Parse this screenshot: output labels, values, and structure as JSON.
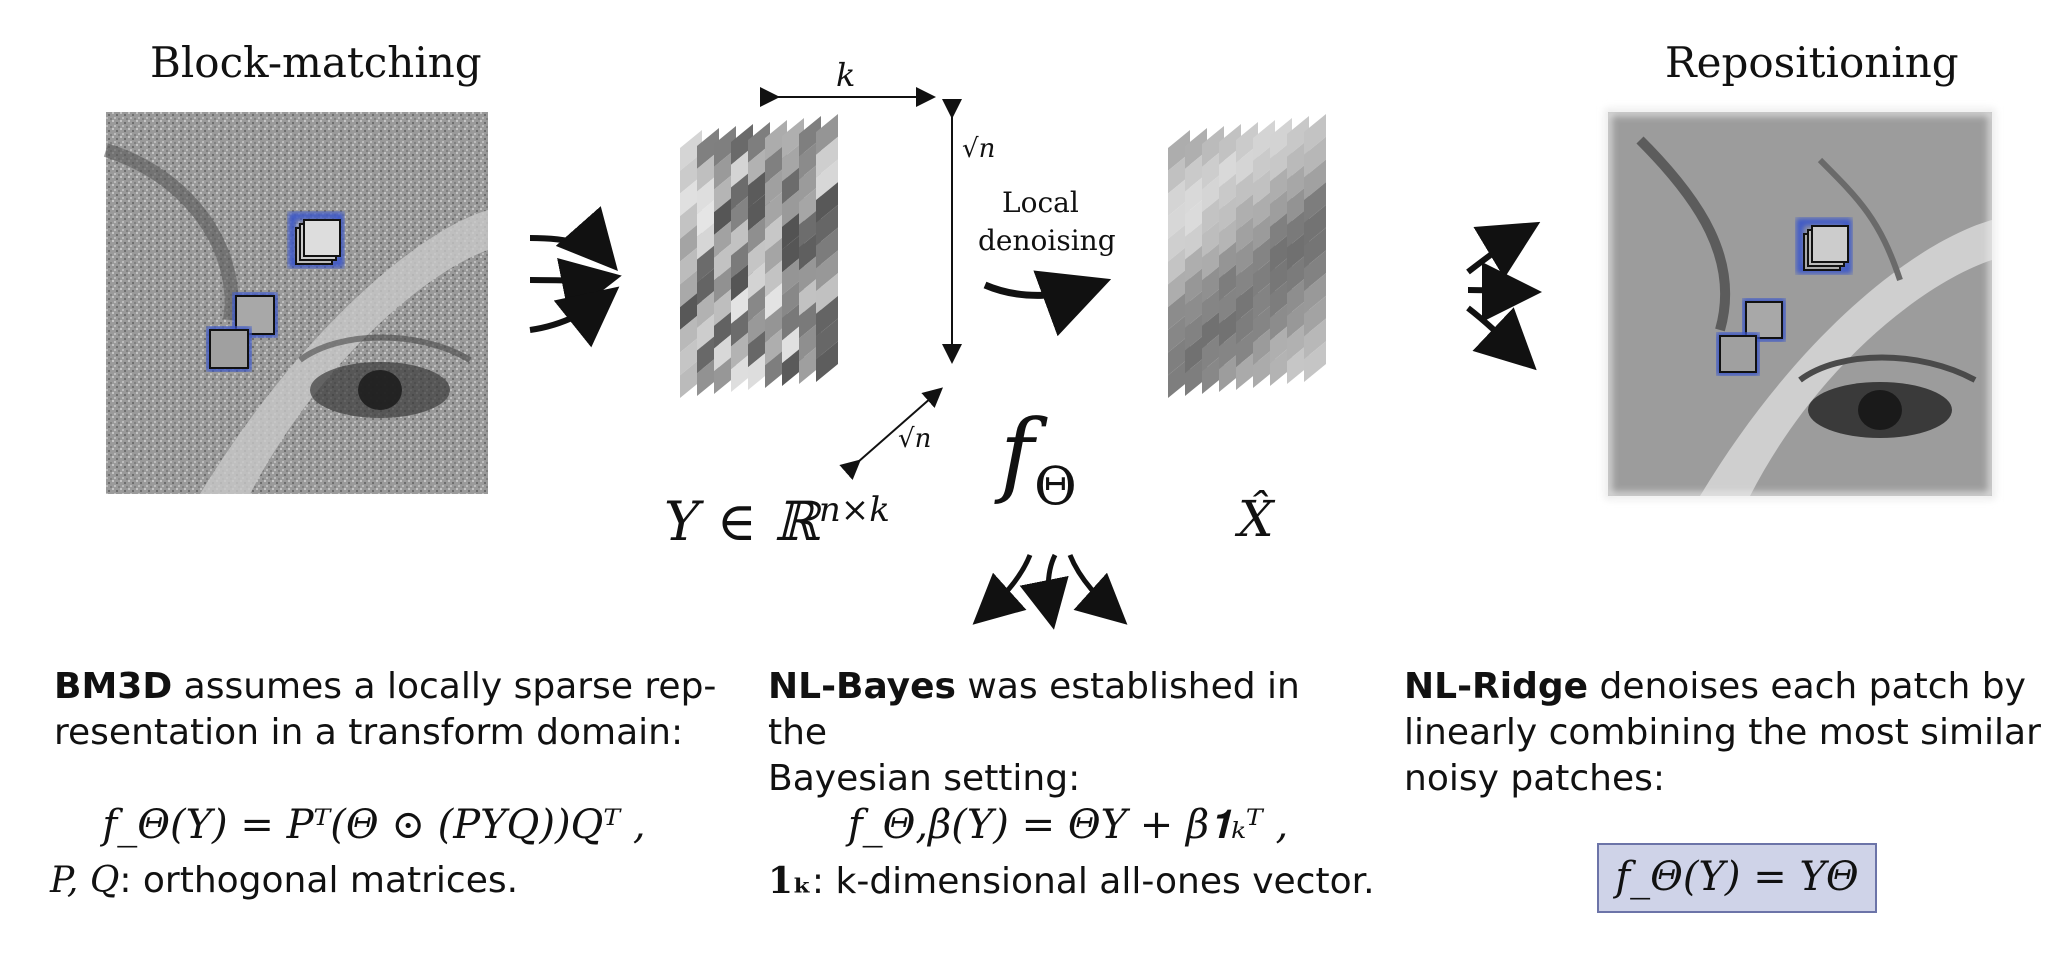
{
  "titles": {
    "left": "Block-matching",
    "right": "Repositioning"
  },
  "cube_labels": {
    "k": "k",
    "sqrt_n_top": "√n",
    "sqrt_n_diag": "√n",
    "local_denoising_line1": "Local",
    "local_denoising_line2": "denoising",
    "Y_label": "Y ∈ ℝ",
    "Y_exp": "n×k",
    "X_hat": "X̂",
    "f_theta": "f",
    "f_theta_sub": "Θ"
  },
  "columns": {
    "bm3d": {
      "name": "BM3D",
      "text1": " assumes a locally sparse rep-",
      "text2": "resentation in a transform domain:",
      "equation": "f_Θ(Y) = Pᵀ(Θ ⊙ (PYQ))Qᵀ ,",
      "note_vars": "P, Q",
      "note_text": ": orthogonal matrices."
    },
    "nlbayes": {
      "name": "NL-Bayes",
      "text1": " was established in the",
      "text2": "Bayesian setting:",
      "equation": "f_Θ,β(Y) = ΘY + β𝟏ₖᵀ ,",
      "note_vars": "𝟏ₖ",
      "note_text": ": k-dimensional all-ones vector."
    },
    "nlridge": {
      "name": "NL-Ridge",
      "text1": " denoises each patch by",
      "text2": "linearly combining the most similar",
      "text3": "noisy patches:",
      "equation": "f_Θ(Y) = YΘ"
    }
  },
  "colors": {
    "highlight_box": "#cfd3e8",
    "highlight_border": "#6c74a8",
    "patch_glow": "#3c58c8"
  }
}
